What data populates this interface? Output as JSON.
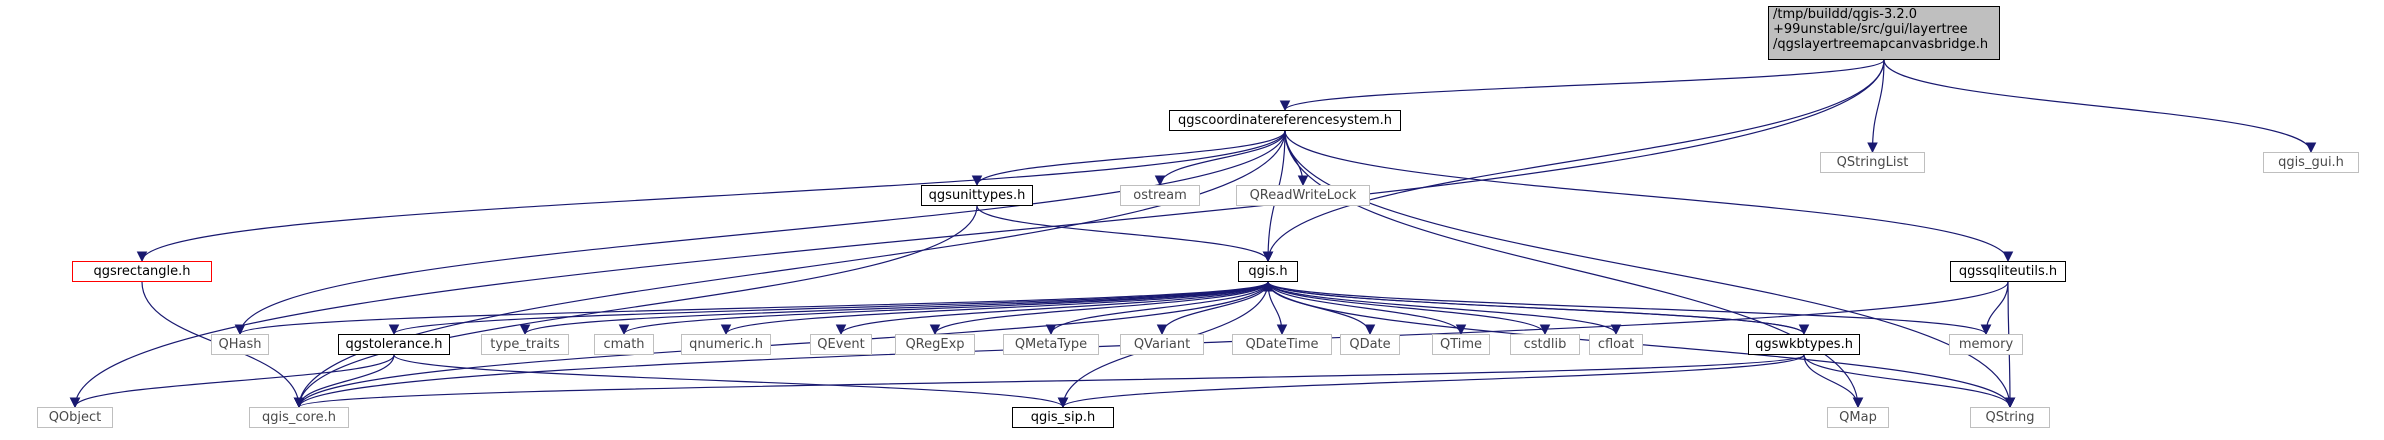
{
  "graph": {
    "nodes": [
      {
        "id": "root",
        "lines": [
          "/tmp/buildd/qgis-3.2.0",
          "+99unstable/src/gui/layertree",
          "/qgslayertreemapcanvasbridge.h"
        ],
        "style": "root"
      },
      {
        "id": "crs",
        "lines": [
          "qgscoordinatereferencesystem.h"
        ],
        "style": "std"
      },
      {
        "id": "qstringlist",
        "lines": [
          "QStringList"
        ],
        "style": "ext"
      },
      {
        "id": "qgis_gui",
        "lines": [
          "qgis_gui.h"
        ],
        "style": "ext"
      },
      {
        "id": "qgsunittypes",
        "lines": [
          "qgsunittypes.h"
        ],
        "style": "std"
      },
      {
        "id": "ostream",
        "lines": [
          "ostream"
        ],
        "style": "ext"
      },
      {
        "id": "qreadwritelock",
        "lines": [
          "QReadWriteLock"
        ],
        "style": "ext"
      },
      {
        "id": "qgsrectangle",
        "lines": [
          "qgsrectangle.h"
        ],
        "style": "red"
      },
      {
        "id": "qgis",
        "lines": [
          "qgis.h"
        ],
        "style": "std"
      },
      {
        "id": "qgssqliteutils",
        "lines": [
          "qgssqliteutils.h"
        ],
        "style": "std"
      },
      {
        "id": "qhash",
        "lines": [
          "QHash"
        ],
        "style": "ext"
      },
      {
        "id": "qgstolerance",
        "lines": [
          "qgstolerance.h"
        ],
        "style": "std"
      },
      {
        "id": "type_traits",
        "lines": [
          "type_traits"
        ],
        "style": "ext"
      },
      {
        "id": "cmath",
        "lines": [
          "cmath"
        ],
        "style": "ext"
      },
      {
        "id": "qnumeric",
        "lines": [
          "qnumeric.h"
        ],
        "style": "ext"
      },
      {
        "id": "qevent",
        "lines": [
          "QEvent"
        ],
        "style": "ext"
      },
      {
        "id": "qregexp",
        "lines": [
          "QRegExp"
        ],
        "style": "ext"
      },
      {
        "id": "qmetatype",
        "lines": [
          "QMetaType"
        ],
        "style": "ext"
      },
      {
        "id": "qvariant",
        "lines": [
          "QVariant"
        ],
        "style": "ext"
      },
      {
        "id": "qdatetime",
        "lines": [
          "QDateTime"
        ],
        "style": "ext"
      },
      {
        "id": "qdate",
        "lines": [
          "QDate"
        ],
        "style": "ext"
      },
      {
        "id": "qtime",
        "lines": [
          "QTime"
        ],
        "style": "ext"
      },
      {
        "id": "cstdlib",
        "lines": [
          "cstdlib"
        ],
        "style": "ext"
      },
      {
        "id": "cfloat",
        "lines": [
          "cfloat"
        ],
        "style": "ext"
      },
      {
        "id": "qgswkbtypes",
        "lines": [
          "qgswkbtypes.h"
        ],
        "style": "std"
      },
      {
        "id": "memory",
        "lines": [
          "memory"
        ],
        "style": "ext"
      },
      {
        "id": "qobject",
        "lines": [
          "QObject"
        ],
        "style": "ext"
      },
      {
        "id": "qgis_core",
        "lines": [
          "qgis_core.h"
        ],
        "style": "ext"
      },
      {
        "id": "qgis_sip",
        "lines": [
          "qgis_sip.h"
        ],
        "style": "std"
      },
      {
        "id": "qmap",
        "lines": [
          "QMap"
        ],
        "style": "ext"
      },
      {
        "id": "qstring",
        "lines": [
          "QString"
        ],
        "style": "ext"
      }
    ],
    "edges": [
      [
        "root",
        "crs"
      ],
      [
        "root",
        "qstringlist"
      ],
      [
        "root",
        "qgis_gui"
      ],
      [
        "root",
        "qgis"
      ],
      [
        "root",
        "qobject"
      ],
      [
        "crs",
        "qgsunittypes"
      ],
      [
        "crs",
        "ostream"
      ],
      [
        "crs",
        "qreadwritelock"
      ],
      [
        "crs",
        "qgsrectangle"
      ],
      [
        "crs",
        "qgis"
      ],
      [
        "crs",
        "qgssqliteutils"
      ],
      [
        "crs",
        "qhash"
      ],
      [
        "crs",
        "qgis_core"
      ],
      [
        "crs",
        "qstring"
      ],
      [
        "crs",
        "qmap"
      ],
      [
        "qgsunittypes",
        "qgis"
      ],
      [
        "qgsunittypes",
        "qgis_core"
      ],
      [
        "qgsrectangle",
        "qgis_core"
      ],
      [
        "qgis",
        "qhash"
      ],
      [
        "qgis",
        "qgstolerance"
      ],
      [
        "qgis",
        "type_traits"
      ],
      [
        "qgis",
        "cmath"
      ],
      [
        "qgis",
        "qnumeric"
      ],
      [
        "qgis",
        "qevent"
      ],
      [
        "qgis",
        "qregexp"
      ],
      [
        "qgis",
        "qmetatype"
      ],
      [
        "qgis",
        "qvariant"
      ],
      [
        "qgis",
        "qdatetime"
      ],
      [
        "qgis",
        "qdate"
      ],
      [
        "qgis",
        "qtime"
      ],
      [
        "qgis",
        "cstdlib"
      ],
      [
        "qgis",
        "cfloat"
      ],
      [
        "qgis",
        "qgswkbtypes"
      ],
      [
        "qgis",
        "memory"
      ],
      [
        "qgis",
        "qgis_core"
      ],
      [
        "qgis",
        "qgis_sip"
      ],
      [
        "qgis",
        "qstring"
      ],
      [
        "qgstolerance",
        "qobject"
      ],
      [
        "qgstolerance",
        "qgis_core"
      ],
      [
        "qgstolerance",
        "qgis_sip"
      ],
      [
        "qgswkbtypes",
        "qgis"
      ],
      [
        "qgswkbtypes",
        "qgis_core"
      ],
      [
        "qgswkbtypes",
        "qmap"
      ],
      [
        "qgswkbtypes",
        "qstring"
      ],
      [
        "qgswkbtypes",
        "qgis_sip"
      ],
      [
        "qgssqliteutils",
        "memory"
      ],
      [
        "qgssqliteutils",
        "qstring"
      ],
      [
        "qgssqliteutils",
        "qgis_core"
      ]
    ],
    "colors": {
      "edge": "#191970",
      "node_border": "#000000",
      "external_border": "#bfbfbf",
      "root_fill": "#bfbfbf",
      "highlight_border": "#ff0000"
    }
  }
}
